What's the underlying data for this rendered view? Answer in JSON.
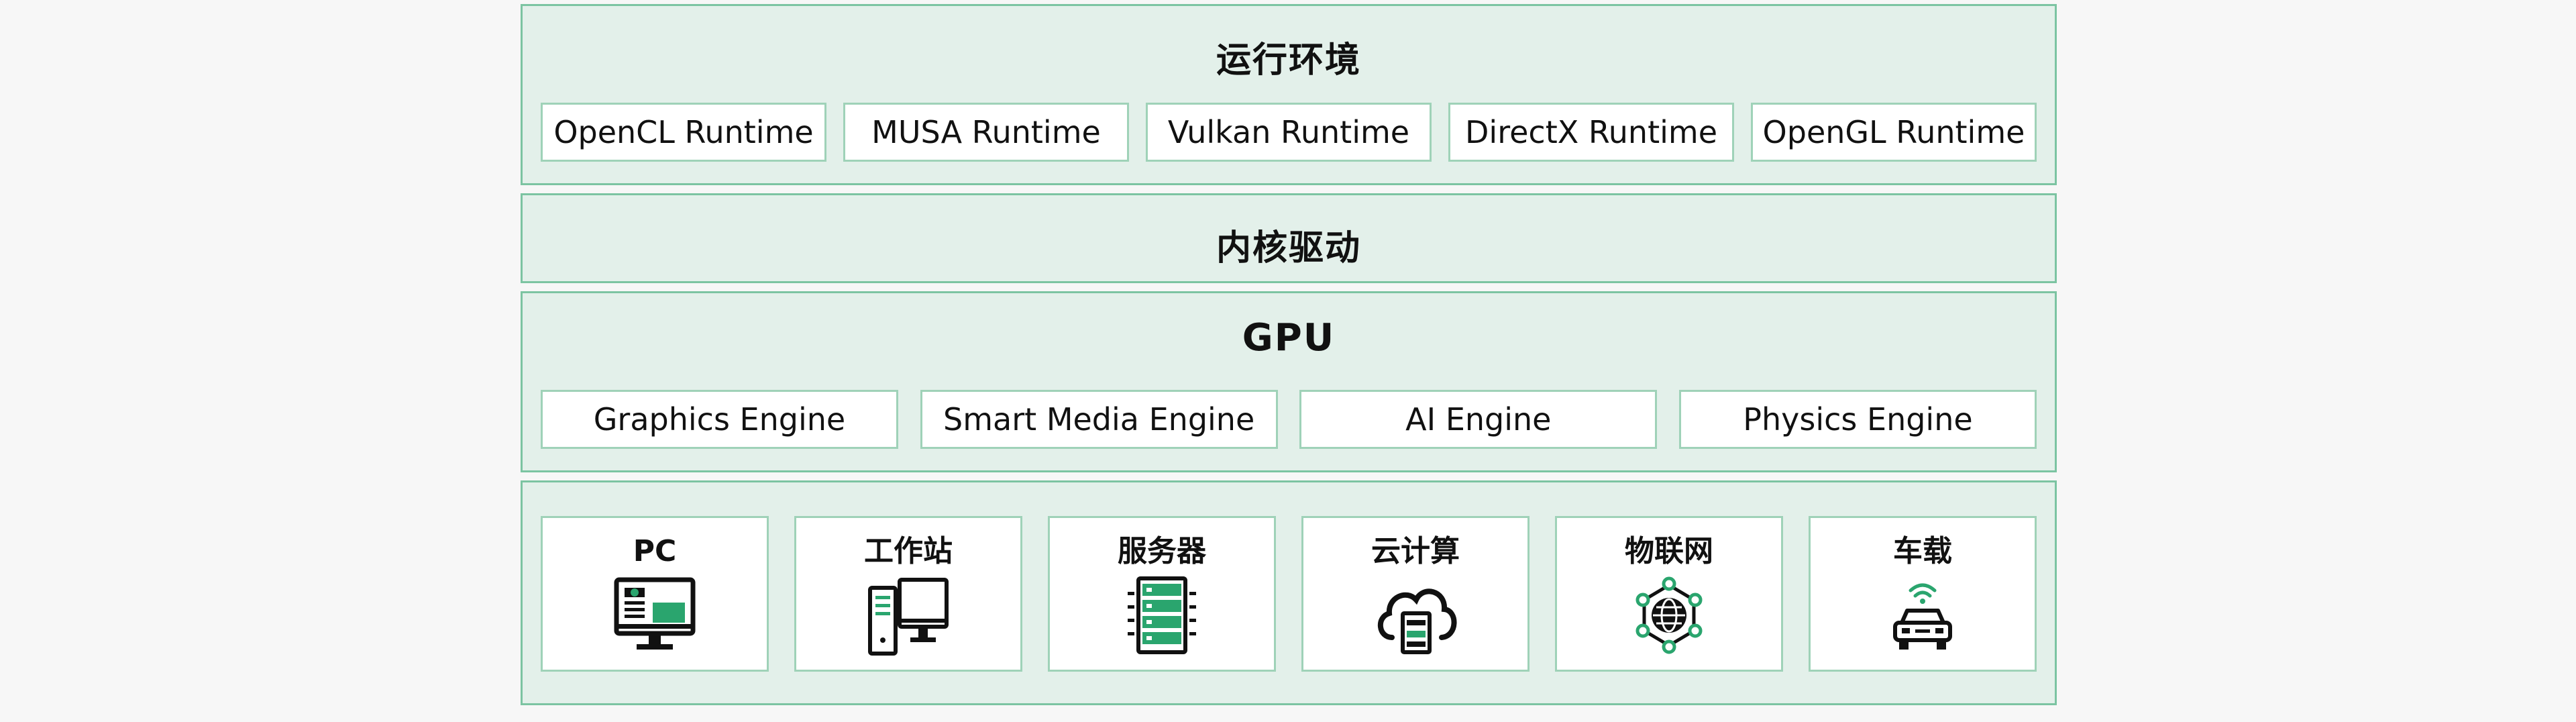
{
  "runtime_layer": {
    "title": "运行环境",
    "items": [
      "OpenCL Runtime",
      "MUSA Runtime",
      "Vulkan Runtime",
      "DirectX Runtime",
      "OpenGL Runtime"
    ]
  },
  "kernel_layer": {
    "title": "内核驱动"
  },
  "gpu_layer": {
    "title": "GPU",
    "engines": [
      "Graphics Engine",
      "Smart Media Engine",
      "AI Engine",
      "Physics Engine"
    ]
  },
  "device_layer": {
    "devices": [
      {
        "label": "PC",
        "icon": "monitor-icon"
      },
      {
        "label": "工作站",
        "icon": "workstation-icon"
      },
      {
        "label": "服务器",
        "icon": "server-icon"
      },
      {
        "label": "云计算",
        "icon": "cloud-icon"
      },
      {
        "label": "物联网",
        "icon": "iot-globe-icon"
      },
      {
        "label": "车载",
        "icon": "connected-car-icon"
      }
    ]
  },
  "colors": {
    "accent": "#2aa56e",
    "panel": "#e3f0ea",
    "border": "#7cc4a2"
  }
}
